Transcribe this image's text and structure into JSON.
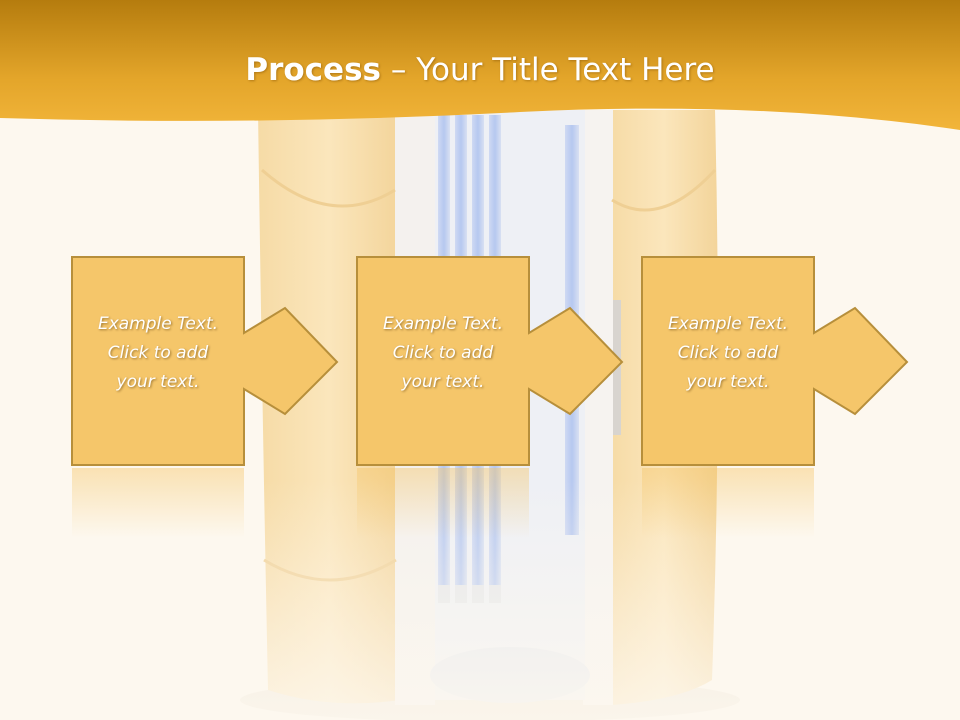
{
  "slide": {
    "title_bold": "Process",
    "title_rest": " – Your Title Text Here"
  },
  "steps": [
    {
      "line1": "Example Text.",
      "line2": "Click  to add",
      "line3": "your text."
    },
    {
      "line1": "Example Text.",
      "line2": "Click  to add",
      "line3": "your text."
    },
    {
      "line1": "Example Text.",
      "line2": "Click  to add",
      "line3": "your text."
    }
  ],
  "colors": {
    "header_dark": "#b87f10",
    "header_light": "#f0b032",
    "box_fill": "#f5c66a",
    "box_border": "#b78f3b",
    "background": "#fdf8ef"
  }
}
